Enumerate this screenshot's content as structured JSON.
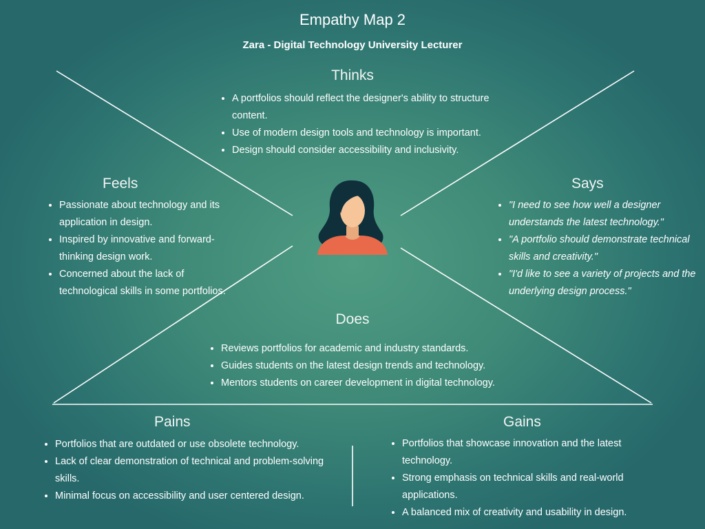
{
  "header": {
    "title": "Empathy Map 2",
    "subtitle": "Zara - Digital Technology University Lecturer"
  },
  "thinks": {
    "heading": "Thinks",
    "items": [
      "A portfolios should reflect the designer's ability to structure content.",
      "Use of modern design tools and technology is important.",
      "Design should consider accessibility and inclusivity."
    ]
  },
  "feels": {
    "heading": "Feels",
    "items": [
      "Passionate about technology and its application in design.",
      "Inspired by innovative and forward-thinking design work.",
      "Concerned about the lack of technological skills in some portfolios."
    ]
  },
  "says": {
    "heading": "Says",
    "items": [
      "\"I need to see how well a designer understands the latest technology.\"",
      "\"A portfolio should demonstrate technical skills and creativity.\"",
      "\"I'd like to see a variety of projects and the underlying design process.\""
    ]
  },
  "does": {
    "heading": "Does",
    "items": [
      "Reviews portfolios for academic and industry standards.",
      "Guides students on the latest design trends and technology.",
      "Mentors students on career development in digital technology."
    ]
  },
  "pains": {
    "heading": "Pains",
    "items": [
      "Portfolios that are outdated or use obsolete technology.",
      "Lack of clear demonstration of technical and problem-solving skills.",
      "Minimal focus on accessibility and user centered design."
    ]
  },
  "gains": {
    "heading": "Gains",
    "items": [
      "Portfolios that showcase innovation and the latest technology.",
      "Strong emphasis on technical skills and real-world applications.",
      "A balanced mix of creativity and usability in design."
    ]
  },
  "colors": {
    "line": "#ffffff",
    "hair": "#0f2f3b",
    "skin": "#f7c59a",
    "shirt": "#e86a4a"
  },
  "icons": {
    "avatar": "woman-avatar-icon"
  }
}
